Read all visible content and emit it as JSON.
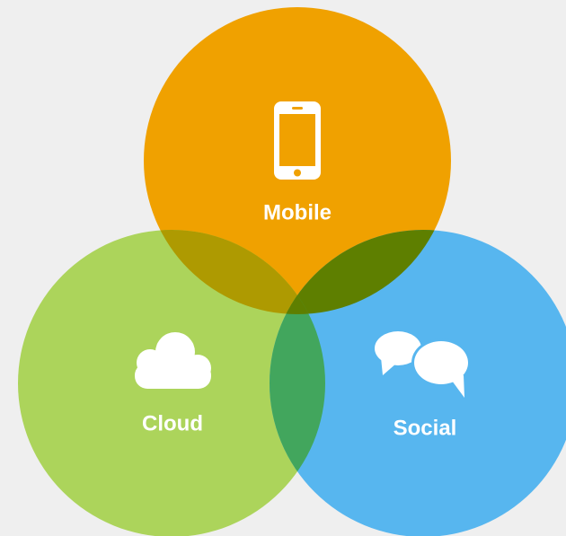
{
  "diagram": {
    "type": "venn",
    "background": "#efefef",
    "sets": [
      {
        "key": "mobile",
        "label": "Mobile",
        "icon": "smartphone-icon",
        "color": "#f0a100"
      },
      {
        "key": "cloud",
        "label": "Cloud",
        "icon": "cloud-icon",
        "color": "#acd45b"
      },
      {
        "key": "social",
        "label": "Social",
        "icon": "chat-bubbles-icon",
        "color": "#57b6ef"
      }
    ],
    "intersections": {
      "mobile_cloud": "#ae9a01",
      "mobile_social": "#5e7f00",
      "cloud_social": "#42a65d",
      "mobile_cloud_social": "#5e7f00"
    }
  }
}
